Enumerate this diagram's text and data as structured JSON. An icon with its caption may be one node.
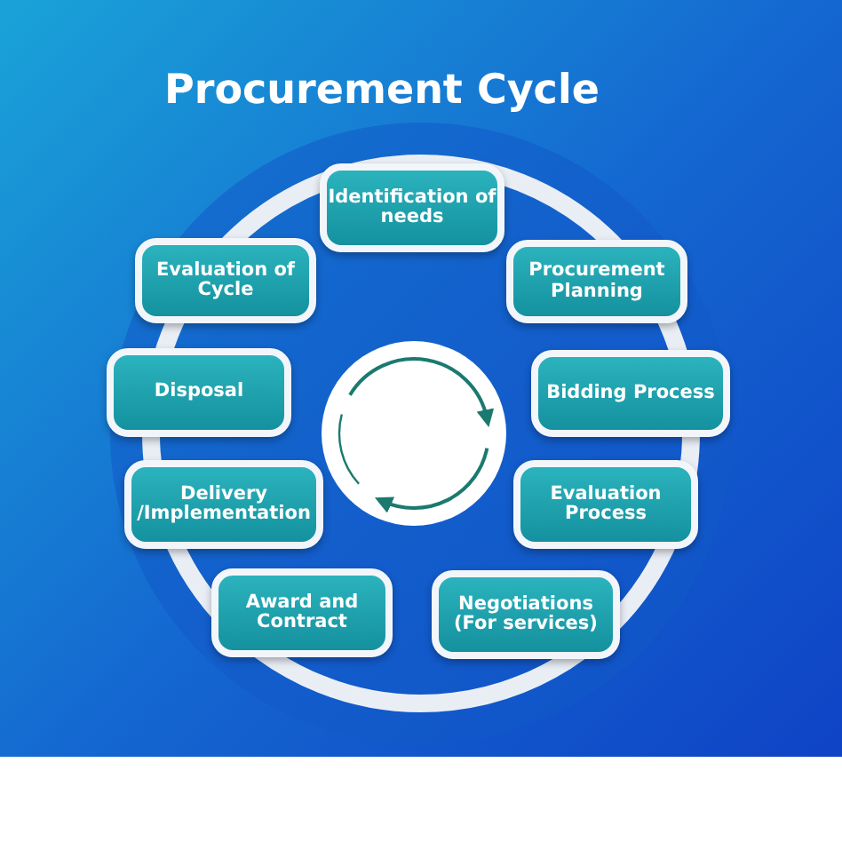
{
  "diagram": {
    "title": "Procurement Cycle",
    "nodes": [
      {
        "text": [
          "Identification of needs"
        ]
      },
      {
        "text": [
          "Evaluation of Cycle"
        ]
      },
      {
        "text": [
          "Procurement Planning"
        ]
      },
      {
        "text": [
          "Disposal"
        ]
      },
      {
        "text": [
          "Bidding Process"
        ]
      },
      {
        "text": [
          "Delivery /Implementation"
        ]
      },
      {
        "text": [
          "Evaluation Process"
        ]
      },
      {
        "text": [
          "Award and Contract"
        ]
      },
      {
        "text": [
          "Negotiations (For services)"
        ]
      }
    ]
  }
}
